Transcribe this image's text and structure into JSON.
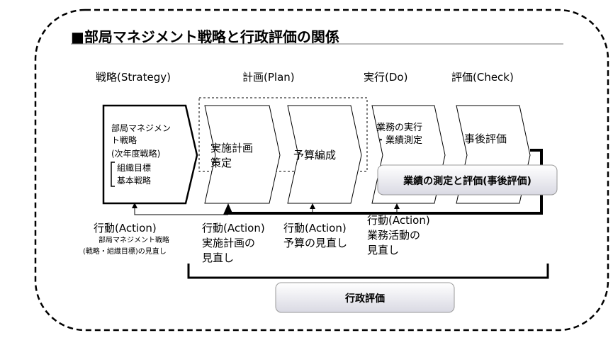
{
  "title": "■部局マネジメント戦略と行政評価の関係",
  "phases": {
    "strategy": "戦略(Strategy)",
    "plan": "計画(Plan)",
    "do": "実行(Do)",
    "check": "評価(Check)"
  },
  "boxes": {
    "strategy_lines": [
      "部局マネジメン",
      "ト戦略",
      "(次年度戦略)",
      "組織目標",
      "基本戦略"
    ],
    "plan1_lines": [
      "実施計画",
      "策定"
    ],
    "plan2": "予算編成",
    "do_lines": [
      "業務の実行",
      "・業績測定"
    ],
    "check": "事後評価"
  },
  "pills": {
    "measurement": "業績の測定と評価(事後評価)",
    "admin_eval": "行政評価"
  },
  "actions": {
    "strategy_title": "行動(Action)",
    "strategy_lines": [
      "部局マネジメント戦略",
      "(戦略・組織目標)の見直し"
    ],
    "plan1_title": "行動(Action)",
    "plan1_lines": [
      "実施計画の",
      "見直し"
    ],
    "plan2_title": "行動(Action)",
    "plan2_lines": [
      "予算の見直し"
    ],
    "do_title": "行動(Action)",
    "do_lines": [
      "業務活動の",
      "見直し"
    ]
  }
}
